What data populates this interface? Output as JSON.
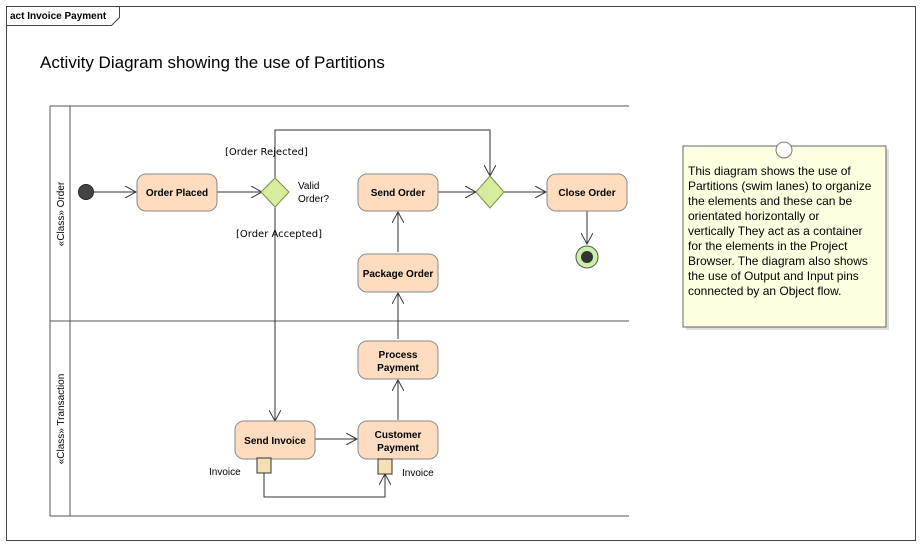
{
  "frame": {
    "label": "act Invoice Payment"
  },
  "diagram": {
    "title": "Activity Diagram showing the use of Partitions"
  },
  "partitions": [
    {
      "label": "«Class» Order"
    },
    {
      "label": "«Class» Transaction"
    }
  ],
  "actions": {
    "order_placed": "Order Placed",
    "send_order": "Send Order",
    "close_order": "Close Order",
    "package_order": "Package Order",
    "process_payment": [
      "Process",
      "Payment"
    ],
    "send_invoice": "Send Invoice",
    "customer_payment": [
      "Customer",
      "Payment"
    ]
  },
  "decision": {
    "label": [
      "Valid",
      "Order?"
    ]
  },
  "guards": {
    "rejected": "[Order Rejected]",
    "accepted": "[Order Accepted]"
  },
  "pins": {
    "output": "Invoice",
    "input": "Invoice"
  },
  "note": {
    "lines": [
      "This diagram shows the use of",
      "Partitions (swim lanes) to organize",
      "the elements and these can be",
      "orientated horizontally or",
      "vertically  They act as a container",
      "for the elements in the Project",
      "Browser. The diagram also shows",
      "the use of Output and Input pins",
      "connected by an Object flow."
    ]
  },
  "colors": {
    "action_fill": "#fddcbf",
    "decision_fill": "#d8ec9e",
    "note_fill": "#ffffe1",
    "final_fill": "#c9f0a5"
  }
}
